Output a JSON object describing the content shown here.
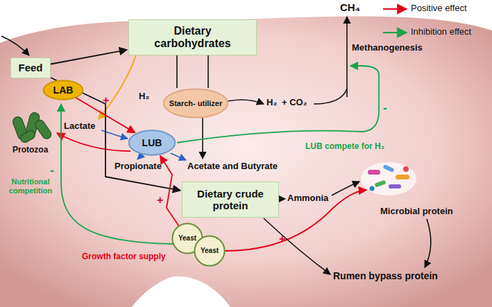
{
  "diagram": {
    "nodes": [
      {
        "text": [
          "Feed"
        ]
      },
      {
        "text": [
          "Dietary carbohydrates"
        ]
      },
      {
        "text": [
          "LAB"
        ]
      },
      {
        "text": [
          "Starch- utilizer"
        ]
      },
      {
        "text": [
          "LUB"
        ]
      },
      {
        "text": [
          "Dietary crude protein"
        ]
      },
      {
        "text": [
          "Yeast"
        ]
      },
      {
        "text": [
          "Yeast"
        ]
      }
    ],
    "edges": [
      {
        "from": 0,
        "to": 1,
        "arrow": "to"
      },
      {
        "from": 0,
        "to": 5,
        "arrow": "to"
      },
      {
        "from": 2,
        "to": 4,
        "arrow": "to"
      },
      {
        "from": 6,
        "to": 4,
        "arrow": "to"
      }
    ],
    "labels": [
      "CH₄",
      "Methanogenesis",
      "H₂",
      "H₂",
      "+ CO₂",
      "Lactate",
      "Propionate",
      "Acetate and Butyrate",
      "Ammonia",
      "Microbial protein",
      "Rumen bypass protein",
      "Protozoa",
      "Nutritional competition",
      "Growth factor supply",
      "LUB compete for H₂",
      "+",
      "+",
      "+",
      "-",
      "-"
    ],
    "legend": [
      {
        "text": "Positive effect",
        "color": "#e3001b"
      },
      {
        "text": "Inhibition effect",
        "color": "#19a34a"
      }
    ]
  }
}
